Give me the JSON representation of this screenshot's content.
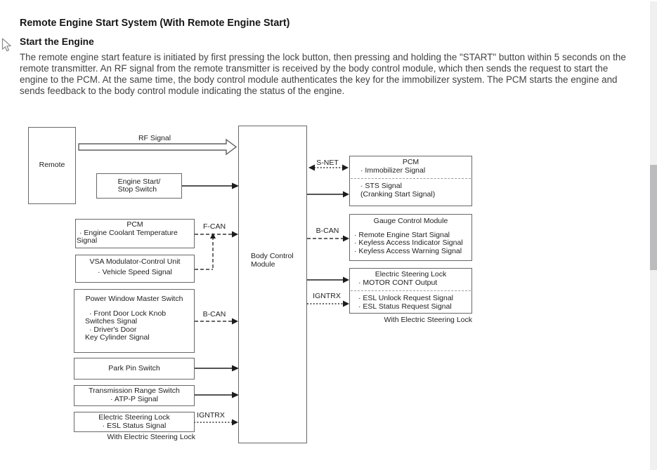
{
  "header": {
    "title": "Remote Engine Start System (With Remote Engine Start)",
    "subtitle": "Start the Engine",
    "paragraph": "The remote engine start feature is initiated by first pressing the lock button, then pressing and holding the \"START\" button within 5 seconds on the remote transmitter. An RF signal from the remote transmitter is received by the body control module, which then sends the request to start the engine to the PCM. At the same time, the body control module authenticates the key for the immobilizer system. The PCM starts the engine and sends feedback to the body control module indicating the status of the engine."
  },
  "diagram": {
    "remote": {
      "label": "Remote"
    },
    "engine_start": {
      "line1": "Engine Start/",
      "line2": "Stop Switch"
    },
    "pcm_left": {
      "title": "PCM",
      "line1": "· Engine Coolant Temperature",
      "line2": "Signal"
    },
    "vsa": {
      "title": "VSA Modulator-Control Unit",
      "item": "· Vehicle Speed Signal"
    },
    "pwms": {
      "title": "Power Window Master Switch",
      "line1": "· Front Door Lock Knob",
      "line2": "Switches Signal",
      "line3": "· Driver's Door",
      "line4": "Key Cylinder Signal"
    },
    "park_pin": {
      "label": "Park Pin Switch"
    },
    "transmission": {
      "title": "Transmission Range Switch",
      "item": "· ATP-P Signal"
    },
    "esl_left": {
      "title": "Electric Steering Lock",
      "item": "· ESL Status Signal",
      "note": "With Electric Steering Lock"
    },
    "bcm": {
      "line1": "Body Control",
      "line2": "Module"
    },
    "pcm_right": {
      "title": "PCM",
      "item1": "· Immobilizer Signal",
      "item2": "· STS Signal",
      "item3": "(Cranking Start Signal)"
    },
    "gauge": {
      "title": "Gauge Control Module",
      "item1": "· Remote Engine Start Signal",
      "item2": "· Keyless Access Indicator Signal",
      "item3": "· Keyless Access Warning Signal"
    },
    "esl_right": {
      "title": "Electric Steering Lock",
      "item1": "· MOTOR CONT Output",
      "item2": "· ESL Unlock Request Signal",
      "item3": "· ESL Status Request Signal",
      "note": "With Electric Steering Lock"
    },
    "labels": {
      "rf": "RF Signal",
      "fcan": "F-CAN",
      "bcan_left": "B-CAN",
      "igntrx_left": "IGNTRX",
      "snet": "S-NET",
      "bcan_right": "B-CAN",
      "igntrx_right": "IGNTRX"
    }
  },
  "colors": {
    "box_border": "#686868",
    "arrow": "#1c1c1c",
    "scroll_track": "#f0f0f0",
    "scroll_thumb": "#bcbcbe"
  }
}
